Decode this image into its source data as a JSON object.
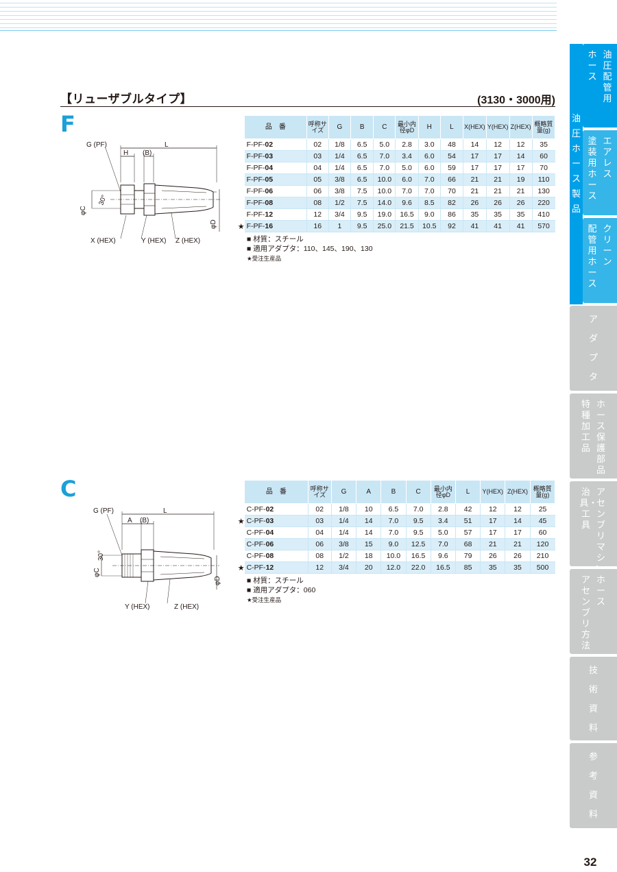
{
  "heading": {
    "title": "【リューザブルタイプ】",
    "subtitle": "(3130・3000用)"
  },
  "sections": [
    {
      "letter": "F",
      "drawing_labels": {
        "g": "G (PF)",
        "l": "L",
        "h": "H",
        "b": "(B)",
        "phi_c": "φC",
        "angle": "30°",
        "phi_d": "φD",
        "x_hex": "X (HEX)",
        "y_hex": "Y (HEX)",
        "z_hex": "Z (HEX)"
      },
      "headers": [
        "品　番",
        "呼称サイズ",
        "G",
        "B",
        "C",
        "最小内径φD",
        "H",
        "L",
        "X(HEX)",
        "Y(HEX)",
        "Z(HEX)",
        "概略質量(g)"
      ],
      "rows": [
        {
          "star": "",
          "prefix": "F-PF-",
          "code": "02",
          "cells": [
            "02",
            "1/8",
            "6.5",
            "5.0",
            "2.8",
            "3.0",
            "48",
            "14",
            "12",
            "12",
            "35"
          ]
        },
        {
          "star": "",
          "prefix": "F-PF-",
          "code": "03",
          "cells": [
            "03",
            "1/4",
            "6.5",
            "7.0",
            "3.4",
            "6.0",
            "54",
            "17",
            "17",
            "14",
            "60"
          ]
        },
        {
          "star": "",
          "prefix": "F-PF-",
          "code": "04",
          "cells": [
            "04",
            "1/4",
            "6.5",
            "7.0",
            "5.0",
            "6.0",
            "59",
            "17",
            "17",
            "17",
            "70"
          ]
        },
        {
          "star": "",
          "prefix": "F-PF-",
          "code": "05",
          "cells": [
            "05",
            "3/8",
            "6.5",
            "10.0",
            "6.0",
            "7.0",
            "66",
            "21",
            "21",
            "19",
            "110"
          ]
        },
        {
          "star": "",
          "prefix": "F-PF-",
          "code": "06",
          "cells": [
            "06",
            "3/8",
            "7.5",
            "10.0",
            "7.0",
            "7.0",
            "70",
            "21",
            "21",
            "21",
            "130"
          ]
        },
        {
          "star": "",
          "prefix": "F-PF-",
          "code": "08",
          "cells": [
            "08",
            "1/2",
            "7.5",
            "14.0",
            "9.6",
            "8.5",
            "82",
            "26",
            "26",
            "26",
            "220"
          ]
        },
        {
          "star": "",
          "prefix": "F-PF-",
          "code": "12",
          "cells": [
            "12",
            "3/4",
            "9.5",
            "19.0",
            "16.5",
            "9.0",
            "86",
            "35",
            "35",
            "35",
            "410"
          ]
        },
        {
          "star": "★",
          "prefix": "F-PF-",
          "code": "16",
          "cells": [
            "16",
            "1",
            "9.5",
            "25.0",
            "21.5",
            "10.5",
            "92",
            "41",
            "41",
            "41",
            "570"
          ]
        }
      ],
      "notes": [
        "■ 材質：スチール",
        "■ 適用アダプタ：110、145、190、130",
        "★受注生産品"
      ]
    },
    {
      "letter": "C",
      "drawing_labels": {
        "g": "G (PF)",
        "l": "L",
        "a": "A",
        "b": "(B)",
        "phi_c": "φC",
        "angle": "30°",
        "phi_d": "φD",
        "y_hex": "Y (HEX)",
        "z_hex": "Z (HEX)"
      },
      "headers": [
        "品　番",
        "呼称サイズ",
        "G",
        "A",
        "B",
        "C",
        "最小内径φD",
        "L",
        "Y(HEX)",
        "Z(HEX)",
        "概略質量(g)"
      ],
      "rows": [
        {
          "star": "",
          "prefix": "C-PF-",
          "code": "02",
          "cells": [
            "02",
            "1/8",
            "10",
            "6.5",
            "7.0",
            "2.8",
            "42",
            "12",
            "12",
            "25"
          ]
        },
        {
          "star": "★",
          "prefix": "C-PF-",
          "code": "03",
          "cells": [
            "03",
            "1/4",
            "14",
            "7.0",
            "9.5",
            "3.4",
            "51",
            "17",
            "14",
            "45"
          ]
        },
        {
          "star": "",
          "prefix": "C-PF-",
          "code": "04",
          "cells": [
            "04",
            "1/4",
            "14",
            "7.0",
            "9.5",
            "5.0",
            "57",
            "17",
            "17",
            "60"
          ]
        },
        {
          "star": "",
          "prefix": "C-PF-",
          "code": "06",
          "cells": [
            "06",
            "3/8",
            "15",
            "9.0",
            "12.5",
            "7.0",
            "68",
            "21",
            "21",
            "120"
          ]
        },
        {
          "star": "",
          "prefix": "C-PF-",
          "code": "08",
          "cells": [
            "08",
            "1/2",
            "18",
            "10.0",
            "16.5",
            "9.6",
            "79",
            "26",
            "26",
            "210"
          ]
        },
        {
          "star": "★",
          "prefix": "C-PF-",
          "code": "12",
          "cells": [
            "12",
            "3/4",
            "20",
            "12.0",
            "22.0",
            "16.5",
            "85",
            "35",
            "35",
            "500"
          ]
        }
      ],
      "notes": [
        "■ 材質：スチール",
        "■ 適用アダプタ：060",
        "★受注生産品"
      ]
    }
  ],
  "sidebar": {
    "vertical_label": "油圧ホース製品",
    "tabs": [
      {
        "cols": [
          "ホース",
          "油圧配管用"
        ],
        "style": "active"
      },
      {
        "cols": [
          "塗装用ホース",
          "エアレス"
        ],
        "style": "blue"
      },
      {
        "cols": [
          "配管用ホース",
          "クリーン"
        ],
        "style": "blue"
      },
      {
        "cols": [
          "アダプタ"
        ],
        "style": "light"
      },
      {
        "cols": [
          "特種加工品",
          "ホース保護部品"
        ],
        "style": "light"
      },
      {
        "cols": [
          "治具・工具",
          "アセンブリマシン・"
        ],
        "style": "light"
      },
      {
        "cols": [
          "アセンブリ方法",
          "ホース"
        ],
        "style": "light"
      },
      {
        "cols": [
          "技術資料"
        ],
        "style": "light"
      },
      {
        "cols": [
          "参考資料"
        ],
        "style": "light"
      }
    ]
  },
  "page_number": "32"
}
